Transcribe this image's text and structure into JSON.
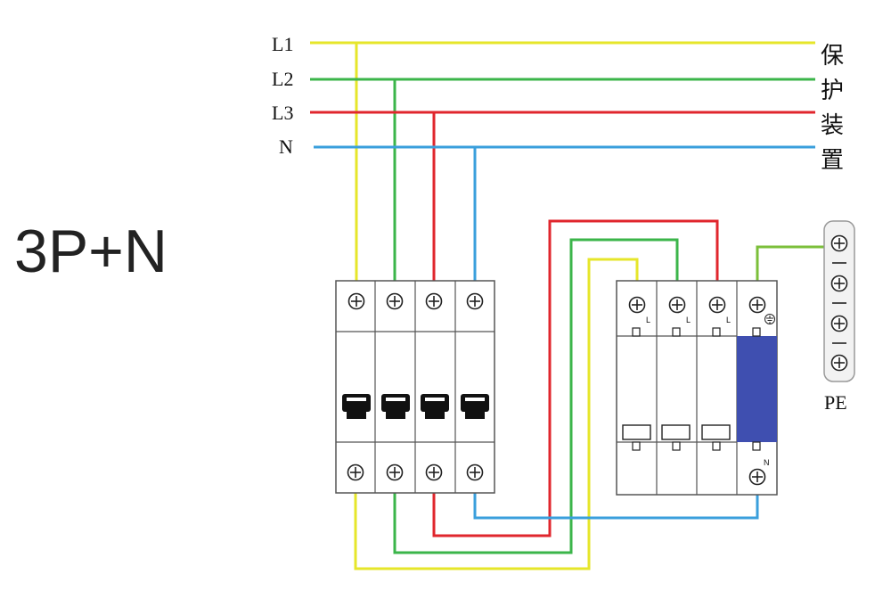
{
  "title": "3P+N",
  "lines": [
    {
      "label": "L1",
      "color": "#e6e62a"
    },
    {
      "label": "L2",
      "color": "#3bb54a"
    },
    {
      "label": "L3",
      "color": "#e0262d"
    },
    {
      "label": "N",
      "color": "#3a9fdc"
    }
  ],
  "protection_label": [
    "保",
    "护",
    "装",
    "置"
  ],
  "pe_label": "PE",
  "spd_terminal_labels": [
    "L",
    "L",
    "L"
  ],
  "spd_n_label": "N",
  "colors": {
    "module_outline": "#555555",
    "spd_n_module": "#3f4fb0",
    "pe_bar": "#f2f2f2"
  },
  "icons": {
    "terminal": "screw-terminal-icon",
    "handle": "breaker-handle-icon",
    "ground": "ground-symbol-icon"
  }
}
